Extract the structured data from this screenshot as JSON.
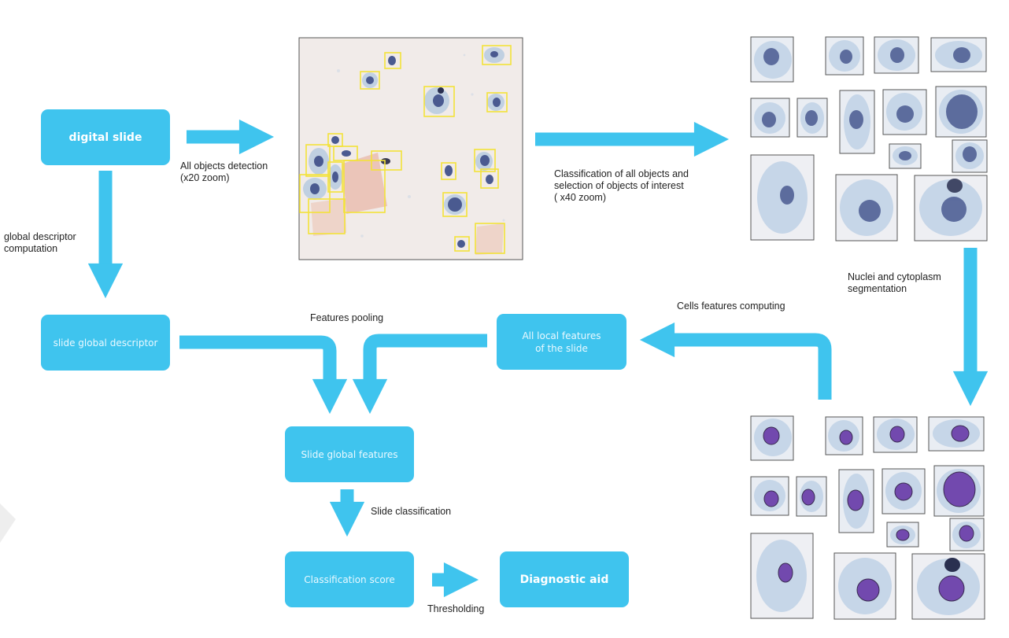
{
  "colors": {
    "accent": "#3fc4ee",
    "detection_box": "#f3e23a",
    "nucleus": "#4a5a90",
    "segmented_nucleus": "#6a3aa8",
    "cytoplasm": "#c6d6e8"
  },
  "boxes": {
    "digital_slide": "digital slide",
    "slide_global_descriptor": "slide global descriptor",
    "all_local_features": "All local features\nof the slide",
    "slide_global_features": "Slide global features",
    "classification_score": "Classification score",
    "diagnostic_aid": "Diagnostic aid"
  },
  "labels": {
    "objects_detection": "All objects detection\n(x20 zoom)",
    "classification": "Classification of all objects and\nselection of objects of interest\n( x40 zoom)",
    "global_descriptor": "global descriptor\ncomputation",
    "segmentation": "Nuclei and cytoplasm\nsegmentation",
    "cells_features": "Cells features computing",
    "features_pooling": "Features pooling",
    "slide_classification": "Slide classification",
    "thresholding": "Thresholding"
  }
}
